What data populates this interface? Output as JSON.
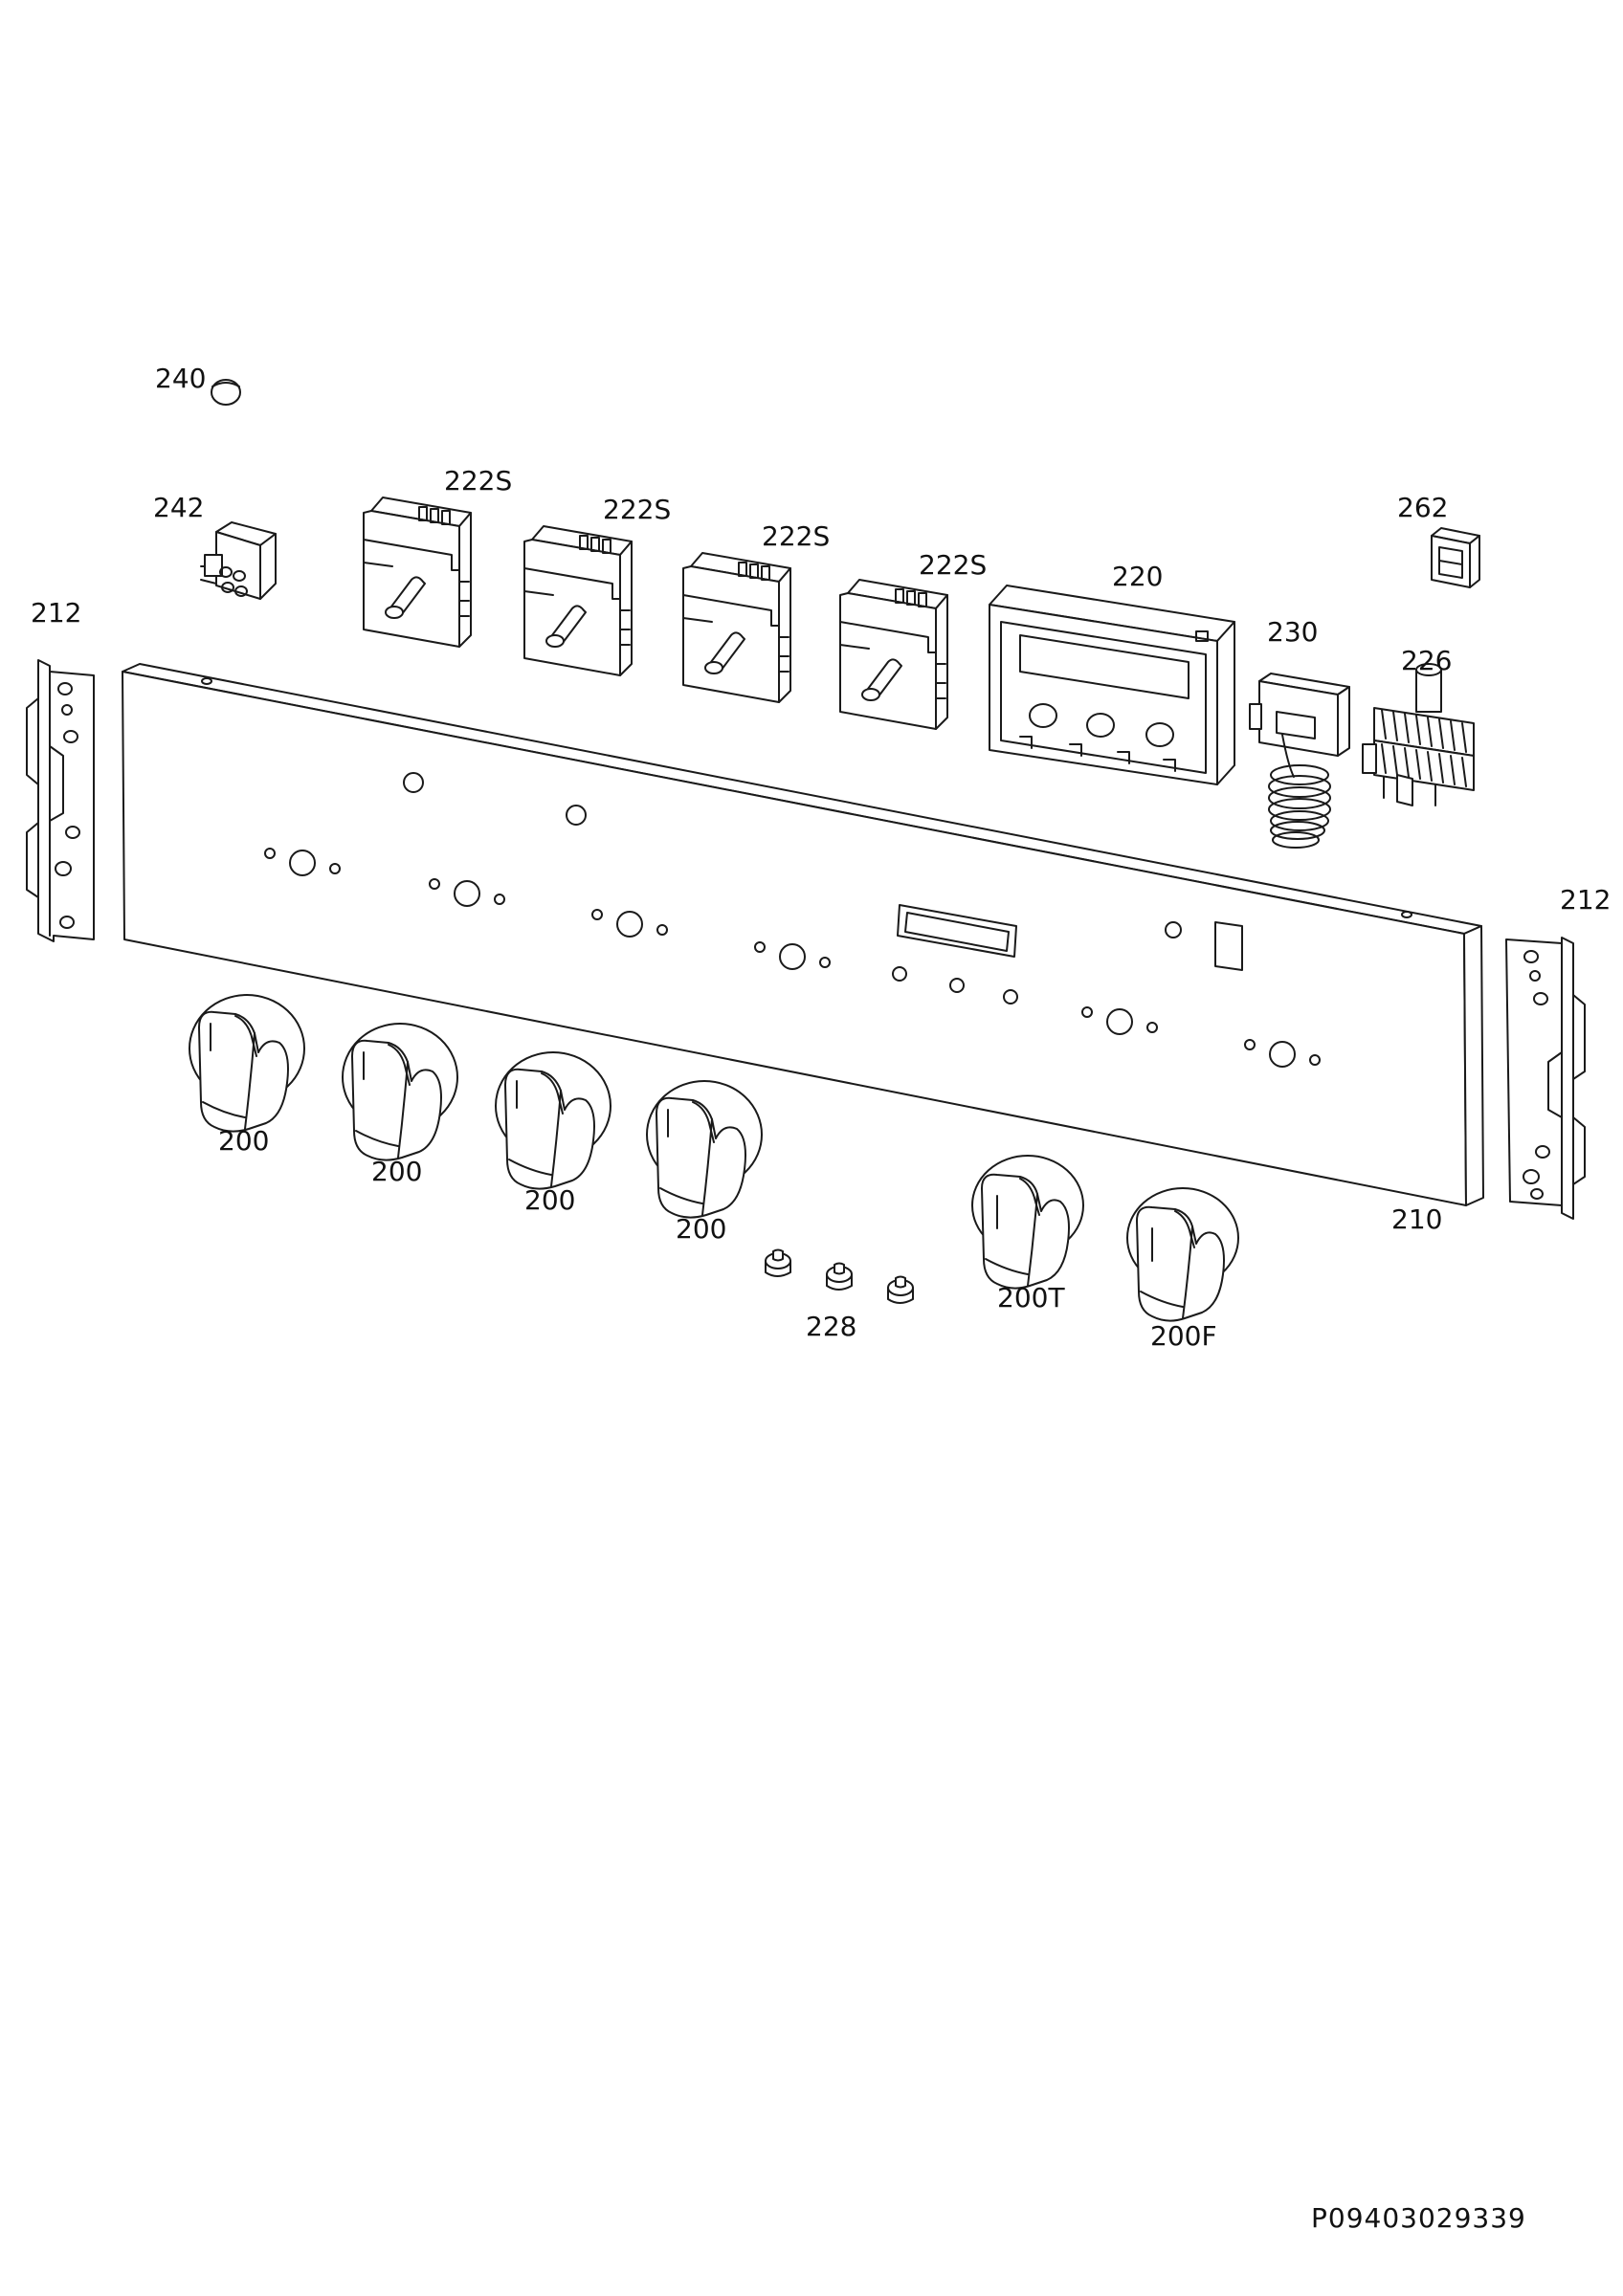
{
  "labels": {
    "l240": "240",
    "l242": "242",
    "l222s_1": "222S",
    "l222s_2": "222S",
    "l222s_3": "222S",
    "l222s_4": "222S",
    "l220": "220",
    "l262": "262",
    "l230": "230",
    "l226": "226",
    "l212_left": "212",
    "l212_right": "212",
    "l200_1": "200",
    "l200_2": "200",
    "l200_3": "200",
    "l200_4": "200",
    "l210": "210",
    "l228": "228",
    "l200t": "200T",
    "l200f": "200F"
  },
  "document_code": "P09403029339"
}
